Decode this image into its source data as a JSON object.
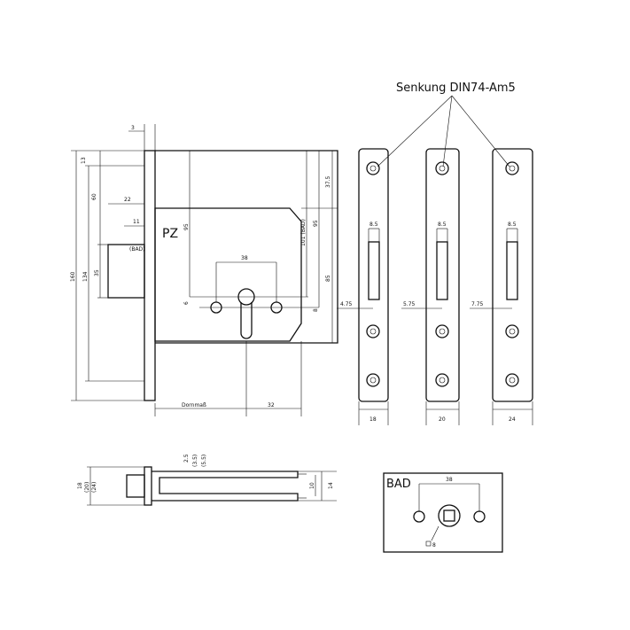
{
  "labels": {
    "senkung": "Senkung DIN74-Am5",
    "pz": "PZ",
    "bad": "BAD",
    "dornmass": "Dornmaß"
  },
  "dims": {
    "front": {
      "t3": "3",
      "d13": "13",
      "d60": "60",
      "d22": "22",
      "d11": "11",
      "bad_small": "(BAD)",
      "d160": "160",
      "d134": "134",
      "d35": "35",
      "d95a": "95",
      "d6": "6",
      "d38": "38",
      "d37_5": "37.5",
      "d101bad": "101 (BAD)",
      "d95b": "95",
      "d85": "85",
      "d8": "8",
      "d32": "32"
    },
    "plates": {
      "slot": "8.5",
      "offset1": "4.75",
      "offset2": "5.75",
      "offset3": "7.75",
      "w1": "18",
      "w2": "20",
      "w3": "24"
    },
    "side": {
      "d18": "18",
      "d20p": "(20)",
      "d24p": "(24)",
      "d2_5": "2.5",
      "d3_5p": "(3.5)",
      "d5_5p": "(5.5)",
      "d10": "10",
      "d14": "14"
    },
    "bad_view": {
      "d38": "38",
      "sq8": "8"
    }
  }
}
